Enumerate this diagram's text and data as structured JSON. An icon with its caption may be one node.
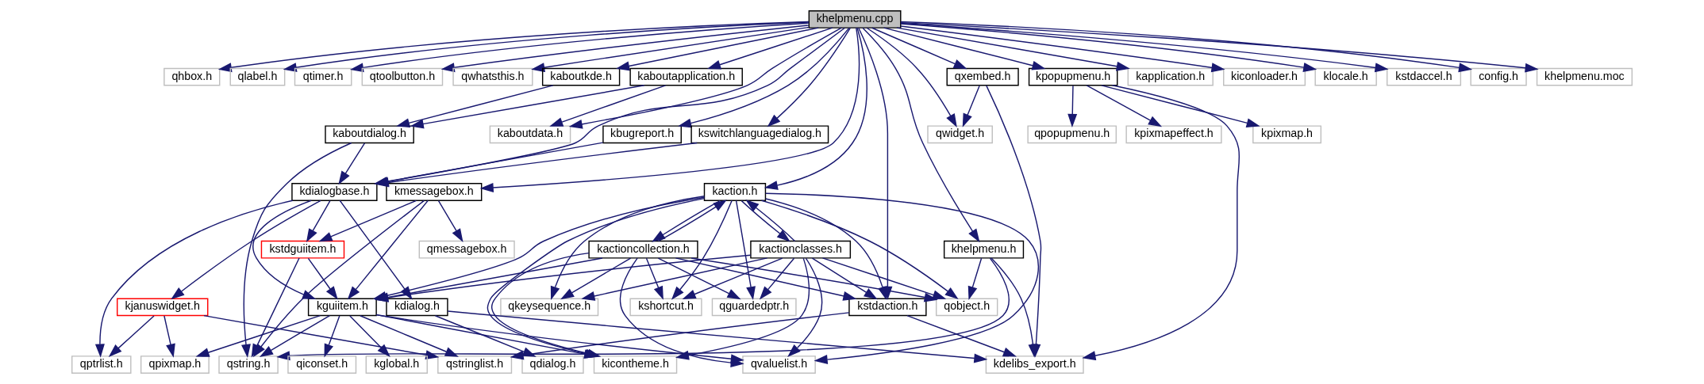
{
  "diagram": {
    "nodes": [
      {
        "text": [
          "khelpmenu.cpp"
        ]
      },
      {
        "text": [
          "qhbox.h"
        ]
      },
      {
        "text": [
          "qlabel.h"
        ]
      },
      {
        "text": [
          "qtimer.h"
        ]
      },
      {
        "text": [
          "qtoolbutton.h"
        ]
      },
      {
        "text": [
          "qwhatsthis.h"
        ]
      },
      {
        "text": [
          "kaboutkde.h"
        ]
      },
      {
        "text": [
          "kaboutapplication.h"
        ]
      },
      {
        "text": [
          "qxembed.h"
        ]
      },
      {
        "text": [
          "kpopupmenu.h"
        ]
      },
      {
        "text": [
          "kapplication.h"
        ]
      },
      {
        "text": [
          "kiconloader.h"
        ]
      },
      {
        "text": [
          "klocale.h"
        ]
      },
      {
        "text": [
          "kstdaccel.h"
        ]
      },
      {
        "text": [
          "config.h"
        ]
      },
      {
        "text": [
          "khelpmenu.moc"
        ]
      },
      {
        "text": [
          "kaboutdialog.h"
        ]
      },
      {
        "text": [
          "kaboutdata.h"
        ]
      },
      {
        "text": [
          "kbugreport.h"
        ]
      },
      {
        "text": [
          "kswitchlanguagedialog.h"
        ]
      },
      {
        "text": [
          "qwidget.h"
        ]
      },
      {
        "text": [
          "qpopupmenu.h"
        ]
      },
      {
        "text": [
          "kpixmapeffect.h"
        ]
      },
      {
        "text": [
          "kpixmap.h"
        ]
      },
      {
        "text": [
          "kdialogbase.h"
        ]
      },
      {
        "text": [
          "kmessagebox.h"
        ]
      },
      {
        "text": [
          "kaction.h"
        ]
      },
      {
        "text": [
          "kstdguiitem.h"
        ]
      },
      {
        "text": [
          "qmessagebox.h"
        ]
      },
      {
        "text": [
          "kactionclasses.h"
        ]
      },
      {
        "text": [
          "kactioncollection.h"
        ]
      },
      {
        "text": [
          "khelpmenu.h"
        ]
      },
      {
        "text": [
          "kjanuswidget.h"
        ]
      },
      {
        "text": [
          "kdialog.h"
        ]
      },
      {
        "text": [
          "kguiitem.h"
        ]
      },
      {
        "text": [
          "kstdaction.h"
        ]
      },
      {
        "text": [
          "qkeysequence.h"
        ]
      },
      {
        "text": [
          "qguardedptr.h"
        ]
      },
      {
        "text": [
          "kshortcut.h"
        ]
      },
      {
        "text": [
          "qobject.h"
        ]
      },
      {
        "text": [
          "qptrlist.h"
        ]
      },
      {
        "text": [
          "qdialog.h"
        ]
      },
      {
        "text": [
          "qpixmap.h"
        ]
      },
      {
        "text": [
          "qstringlist.h"
        ]
      },
      {
        "text": [
          "qstring.h"
        ]
      },
      {
        "text": [
          "qiconset.h"
        ]
      },
      {
        "text": [
          "kglobal.h"
        ]
      },
      {
        "text": [
          "kicontheme.h"
        ]
      },
      {
        "text": [
          "qvaluelist.h"
        ]
      },
      {
        "text": [
          "kdelibs_export.h"
        ]
      }
    ],
    "edges": [
      {
        "from": 0,
        "to": 1,
        "arrow": "to"
      },
      {
        "from": 0,
        "to": 2,
        "arrow": "to"
      },
      {
        "from": 0,
        "to": 3,
        "arrow": "to"
      },
      {
        "from": 0,
        "to": 4,
        "arrow": "to"
      },
      {
        "from": 0,
        "to": 5,
        "arrow": "to"
      },
      {
        "from": 0,
        "to": 6,
        "arrow": "to"
      },
      {
        "from": 0,
        "to": 7,
        "arrow": "to"
      },
      {
        "from": 0,
        "to": 8,
        "arrow": "to"
      },
      {
        "from": 0,
        "to": 9,
        "arrow": "to"
      },
      {
        "from": 0,
        "to": 10,
        "arrow": "to"
      },
      {
        "from": 0,
        "to": 11,
        "arrow": "to"
      },
      {
        "from": 0,
        "to": 12,
        "arrow": "to"
      },
      {
        "from": 0,
        "to": 13,
        "arrow": "to"
      },
      {
        "from": 0,
        "to": 14,
        "arrow": "to"
      },
      {
        "from": 0,
        "to": 15,
        "arrow": "to"
      },
      {
        "from": 0,
        "to": 17,
        "arrow": "to"
      },
      {
        "from": 0,
        "to": 18,
        "arrow": "to"
      },
      {
        "from": 0,
        "to": 19,
        "arrow": "to"
      },
      {
        "from": 0,
        "to": 20,
        "arrow": "to"
      },
      {
        "from": 0,
        "to": 24,
        "arrow": "to"
      },
      {
        "from": 0,
        "to": 25,
        "arrow": "to"
      },
      {
        "from": 0,
        "to": 26,
        "arrow": "to"
      },
      {
        "from": 0,
        "to": 35,
        "arrow": "to"
      },
      {
        "from": 0,
        "to": 31,
        "arrow": "to"
      },
      {
        "from": 6,
        "to": 16,
        "arrow": "to"
      },
      {
        "from": 7,
        "to": 16,
        "arrow": "to"
      },
      {
        "from": 7,
        "to": 17,
        "arrow": "to"
      },
      {
        "from": 8,
        "to": 20,
        "arrow": "to"
      },
      {
        "from": 8,
        "to": 49,
        "arrow": "to"
      },
      {
        "from": 9,
        "to": 21,
        "arrow": "to"
      },
      {
        "from": 9,
        "to": 22,
        "arrow": "to"
      },
      {
        "from": 9,
        "to": 23,
        "arrow": "to"
      },
      {
        "from": 9,
        "to": 49,
        "arrow": "to"
      },
      {
        "from": 16,
        "to": 24,
        "arrow": "to"
      },
      {
        "from": 16,
        "to": 44,
        "arrow": "to"
      },
      {
        "from": 18,
        "to": 24,
        "arrow": "to"
      },
      {
        "from": 19,
        "to": 24,
        "arrow": "to"
      },
      {
        "from": 24,
        "to": 40,
        "arrow": "to"
      },
      {
        "from": 24,
        "to": 32,
        "arrow": "to"
      },
      {
        "from": 24,
        "to": 33,
        "arrow": "to"
      },
      {
        "from": 24,
        "to": 34,
        "arrow": "to"
      },
      {
        "from": 24,
        "to": 27,
        "arrow": "to"
      },
      {
        "from": 25,
        "to": 27,
        "arrow": "to"
      },
      {
        "from": 25,
        "to": 28,
        "arrow": "to"
      },
      {
        "from": 25,
        "to": 34,
        "arrow": "to"
      },
      {
        "from": 25,
        "to": 44,
        "arrow": "to"
      },
      {
        "from": 26,
        "to": 34,
        "arrow": "to"
      },
      {
        "from": 26,
        "to": 47,
        "arrow": "to"
      },
      {
        "from": 26,
        "to": 35,
        "arrow": "to"
      },
      {
        "from": 26,
        "to": 29,
        "arrow": "to"
      },
      {
        "from": 26,
        "to": 36,
        "arrow": "to"
      },
      {
        "from": 26,
        "to": 37,
        "arrow": "to"
      },
      {
        "from": 26,
        "to": 30,
        "arrow": "to"
      },
      {
        "from": 26,
        "to": 38,
        "arrow": "to"
      },
      {
        "from": 26,
        "to": 39,
        "arrow": "to"
      },
      {
        "from": 26,
        "to": 48,
        "arrow": "to"
      },
      {
        "from": 27,
        "to": 34,
        "arrow": "to"
      },
      {
        "from": 27,
        "to": 44,
        "arrow": "to"
      },
      {
        "from": 29,
        "to": 26,
        "arrow": "to"
      },
      {
        "from": 29,
        "to": 34,
        "arrow": "to"
      },
      {
        "from": 29,
        "to": 35,
        "arrow": "to"
      },
      {
        "from": 29,
        "to": 47,
        "arrow": "to"
      },
      {
        "from": 29,
        "to": 48,
        "arrow": "to"
      },
      {
        "from": 29,
        "to": 36,
        "arrow": "to"
      },
      {
        "from": 29,
        "to": 37,
        "arrow": "to"
      },
      {
        "from": 29,
        "to": 38,
        "arrow": "to"
      },
      {
        "from": 29,
        "to": 39,
        "arrow": "to"
      },
      {
        "from": 30,
        "to": 26,
        "arrow": "to"
      },
      {
        "from": 30,
        "to": 34,
        "arrow": "to"
      },
      {
        "from": 30,
        "to": 35,
        "arrow": "to"
      },
      {
        "from": 30,
        "to": 36,
        "arrow": "to"
      },
      {
        "from": 30,
        "to": 37,
        "arrow": "to"
      },
      {
        "from": 30,
        "to": 47,
        "arrow": "to"
      },
      {
        "from": 30,
        "to": 38,
        "arrow": "to"
      },
      {
        "from": 30,
        "to": 48,
        "arrow": "to"
      },
      {
        "from": 30,
        "to": 39,
        "arrow": "to"
      },
      {
        "from": 31,
        "to": 39,
        "arrow": "to"
      },
      {
        "from": 31,
        "to": 44,
        "arrow": "to"
      },
      {
        "from": 31,
        "to": 49,
        "arrow": "to"
      },
      {
        "from": 32,
        "to": 40,
        "arrow": "to"
      },
      {
        "from": 32,
        "to": 42,
        "arrow": "to"
      },
      {
        "from": 32,
        "to": 43,
        "arrow": "to"
      },
      {
        "from": 33,
        "to": 41,
        "arrow": "to"
      },
      {
        "from": 33,
        "to": 49,
        "arrow": "to"
      },
      {
        "from": 34,
        "to": 42,
        "arrow": "to"
      },
      {
        "from": 34,
        "to": 43,
        "arrow": "to"
      },
      {
        "from": 34,
        "to": 44,
        "arrow": "to"
      },
      {
        "from": 34,
        "to": 45,
        "arrow": "to"
      },
      {
        "from": 34,
        "to": 46,
        "arrow": "to"
      },
      {
        "from": 34,
        "to": 47,
        "arrow": "to"
      },
      {
        "from": 34,
        "to": 48,
        "arrow": "to"
      },
      {
        "from": 35,
        "to": 43,
        "arrow": "to"
      },
      {
        "from": 35,
        "to": 49,
        "arrow": "to"
      }
    ]
  }
}
